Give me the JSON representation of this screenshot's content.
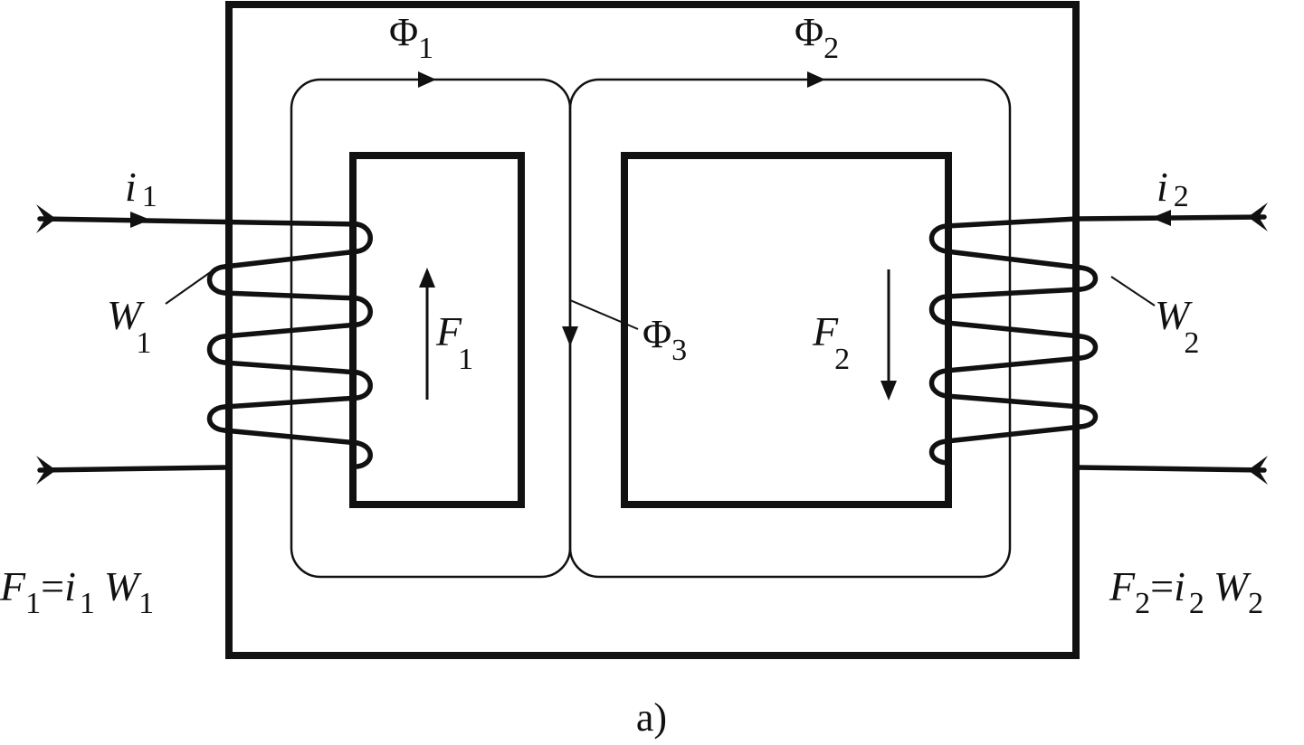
{
  "diagram": {
    "caption": "a)",
    "labels": {
      "phi1": {
        "base": "Φ",
        "sub": "1"
      },
      "phi2": {
        "base": "Φ",
        "sub": "2"
      },
      "phi3": {
        "base": "Φ",
        "sub": "3"
      },
      "i1": {
        "base": "i",
        "sub": "1"
      },
      "i2": {
        "base": "i",
        "sub": "2"
      },
      "w1": {
        "base": "W",
        "sub": "1"
      },
      "w2": {
        "base": "W",
        "sub": "2"
      },
      "f1": {
        "base": "F",
        "sub": "1"
      },
      "f2": {
        "base": "F",
        "sub": "2"
      }
    },
    "equations": {
      "left": {
        "a": "F",
        "a_sub": "1",
        "eq": "=",
        "b": "i",
        "b_sub": "1",
        "c": "W",
        "c_sub": "1"
      },
      "right": {
        "a": "F",
        "a_sub": "2",
        "eq": "=",
        "b": "i",
        "b_sub": "2",
        "c": "W",
        "c_sub": "2"
      }
    }
  }
}
